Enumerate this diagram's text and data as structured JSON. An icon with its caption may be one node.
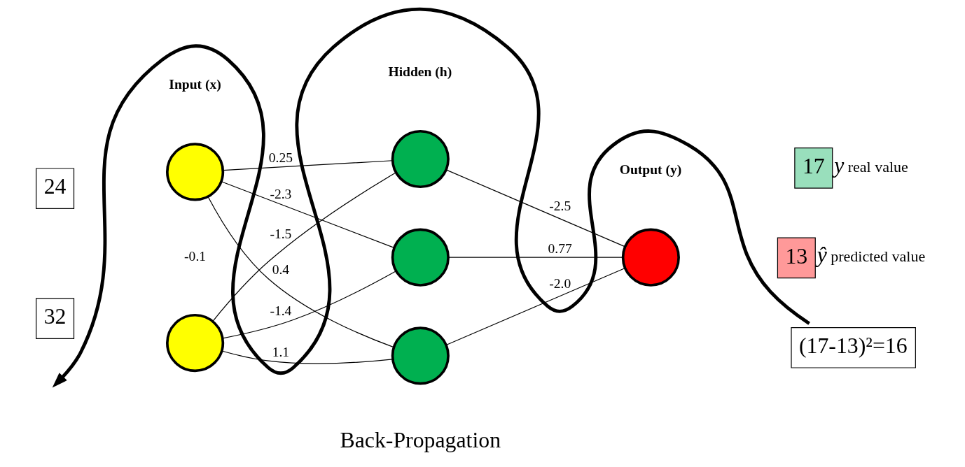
{
  "diagram": {
    "nodes": [
      {
        "text": [
          "24"
        ]
      },
      {
        "text": [
          "32"
        ]
      },
      {
        "text": [],
        "shape": "circle"
      },
      {
        "text": [],
        "shape": "circle"
      },
      {
        "text": [],
        "shape": "circle"
      },
      {
        "text": [],
        "shape": "circle"
      },
      {
        "text": [],
        "shape": "circle"
      },
      {
        "text": [],
        "shape": "circle"
      },
      {
        "text": [
          "17"
        ],
        "beside": [
          "y",
          "real value"
        ]
      },
      {
        "text": [
          "13"
        ],
        "beside": [
          "ŷ",
          "predicted value"
        ]
      },
      {
        "text": [
          "(17-13)²=16"
        ]
      }
    ],
    "edges": [
      {
        "from": 2,
        "to": 4,
        "arrow": "none",
        "label": "0.25"
      },
      {
        "from": 2,
        "to": 5,
        "arrow": "none",
        "label": "-2.3"
      },
      {
        "from": 2,
        "to": 6,
        "arrow": "none",
        "label": "0.4"
      },
      {
        "from": 3,
        "to": 4,
        "arrow": "none",
        "label": "-1.5"
      },
      {
        "from": 3,
        "to": 5,
        "arrow": "none",
        "label": "-1.4"
      },
      {
        "from": 3,
        "to": 6,
        "arrow": "none",
        "label": "1.1"
      },
      {
        "from": 4,
        "to": 7,
        "arrow": "none",
        "label": "-2.5"
      },
      {
        "from": 5,
        "to": 7,
        "arrow": "none",
        "label": "0.77"
      },
      {
        "from": 6,
        "to": 7,
        "arrow": "none",
        "label": "-2.0"
      },
      {
        "from": 10,
        "to": null,
        "arrow": "to",
        "style": "thick"
      }
    ],
    "labels": [
      "Input (x)",
      "Hidden (h)",
      "Output (y)",
      "-0.1",
      "Back-Propagation"
    ]
  }
}
